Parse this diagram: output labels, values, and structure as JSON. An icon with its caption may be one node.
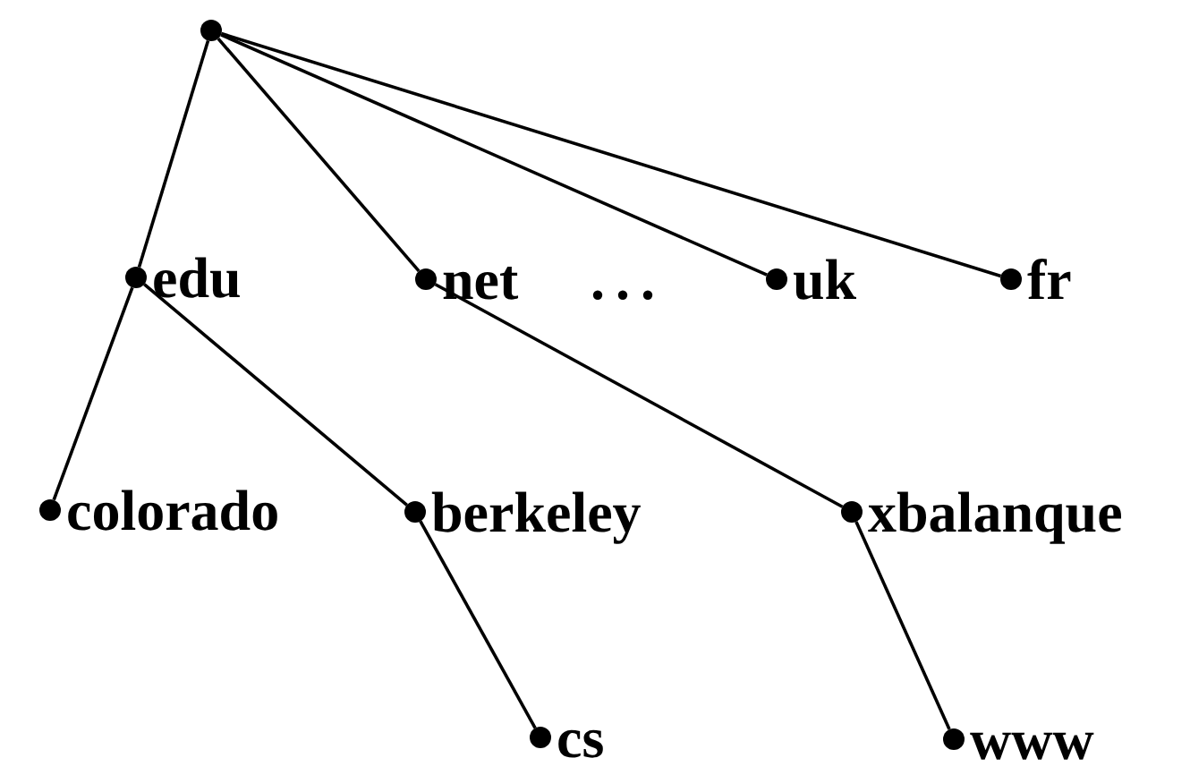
{
  "diagram": {
    "nodes": [
      {
        "text": [],
        "shape": "circle"
      },
      {
        "text": [
          "edu"
        ]
      },
      {
        "text": [
          "net"
        ]
      },
      {
        "text": [
          "uk"
        ]
      },
      {
        "text": [
          "fr"
        ]
      },
      {
        "text": [
          "colorado"
        ]
      },
      {
        "text": [
          "berkeley"
        ]
      },
      {
        "text": [
          "xbalanque"
        ]
      },
      {
        "text": [
          "cs"
        ]
      },
      {
        "text": [
          "www"
        ]
      }
    ],
    "edges": [
      {
        "from": 0,
        "to": 1,
        "arrow": "none"
      },
      {
        "from": 0,
        "to": 2,
        "arrow": "none"
      },
      {
        "from": 0,
        "to": 3,
        "arrow": "none"
      },
      {
        "from": 0,
        "to": 4,
        "arrow": "none"
      },
      {
        "from": 1,
        "to": 5,
        "arrow": "none"
      },
      {
        "from": 1,
        "to": 6,
        "arrow": "none"
      },
      {
        "from": 2,
        "to": 7,
        "arrow": "none"
      },
      {
        "from": 6,
        "to": 8,
        "arrow": "none"
      },
      {
        "from": 7,
        "to": 9,
        "arrow": "none"
      }
    ],
    "labels": [
      "..."
    ]
  }
}
